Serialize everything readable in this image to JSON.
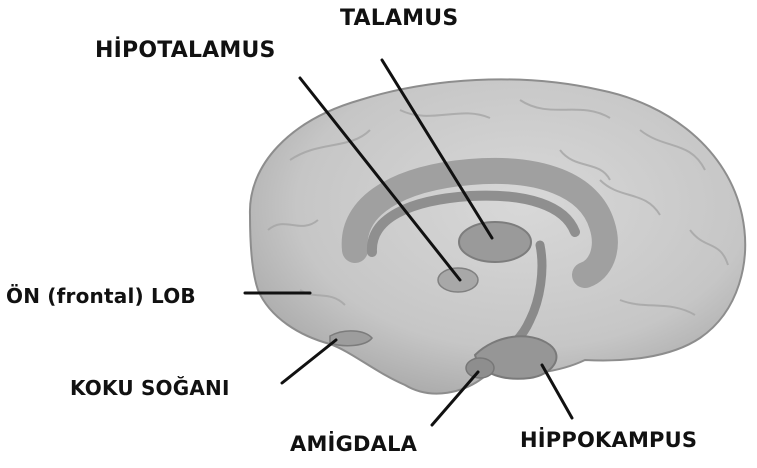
{
  "diagram": {
    "labels": {
      "talamus": "TALAMUS",
      "hipotalamus": "HİPOTALAMUS",
      "on_lob": "ÖN (frontal) LOB",
      "koku_sogani": "KOKU SOĞANI",
      "amigdala": "AMİGDALA",
      "hippokampus": "HİPPOKAMPUS"
    }
  },
  "colors": {
    "brain": "#c9c9c9",
    "brain_outline": "#8d8d8d",
    "limbic": "#9a9a9a",
    "leader_line": "#111111"
  }
}
